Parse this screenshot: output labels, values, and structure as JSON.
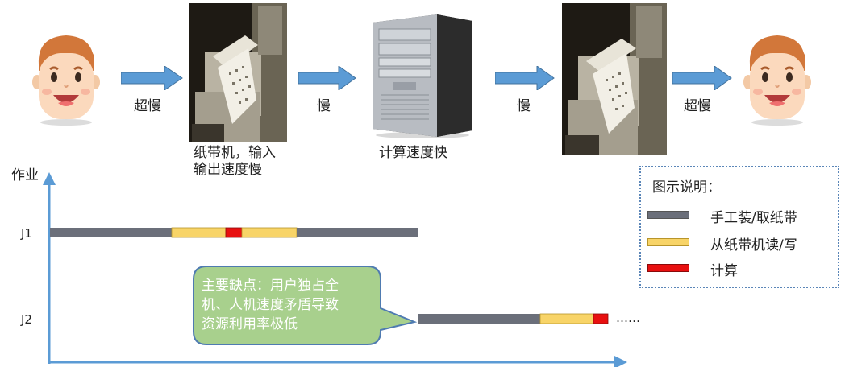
{
  "flow": {
    "arrow1_label": "超慢",
    "arrow2_label": "慢",
    "arrow3_label": "慢",
    "arrow4_label": "超慢",
    "tape_reader_caption_line1": "纸带机，输入",
    "tape_reader_caption_line2": "输出速度慢",
    "computer_caption": "计算速度快"
  },
  "axis": {
    "y_label": "作业",
    "rows": [
      "J1",
      "J2"
    ],
    "continuation": "……"
  },
  "legend": {
    "title": "图示说明：",
    "items": [
      {
        "label": "手工装/取纸带",
        "color": "#6b6f7a"
      },
      {
        "label": "从纸带机读/写",
        "color": "#f8d468"
      },
      {
        "label": "计算",
        "color": "#e81010"
      }
    ]
  },
  "callout": {
    "line1": "主要缺点：用户独占全",
    "line2": "机、人机速度矛盾导致",
    "line3": "资源利用率极低",
    "fill": "#a8d08d"
  },
  "colors": {
    "arrow_blue": "#5b9bd5",
    "manual": "#6b6f7a",
    "io": "#f8d468",
    "compute": "#e81010"
  }
}
